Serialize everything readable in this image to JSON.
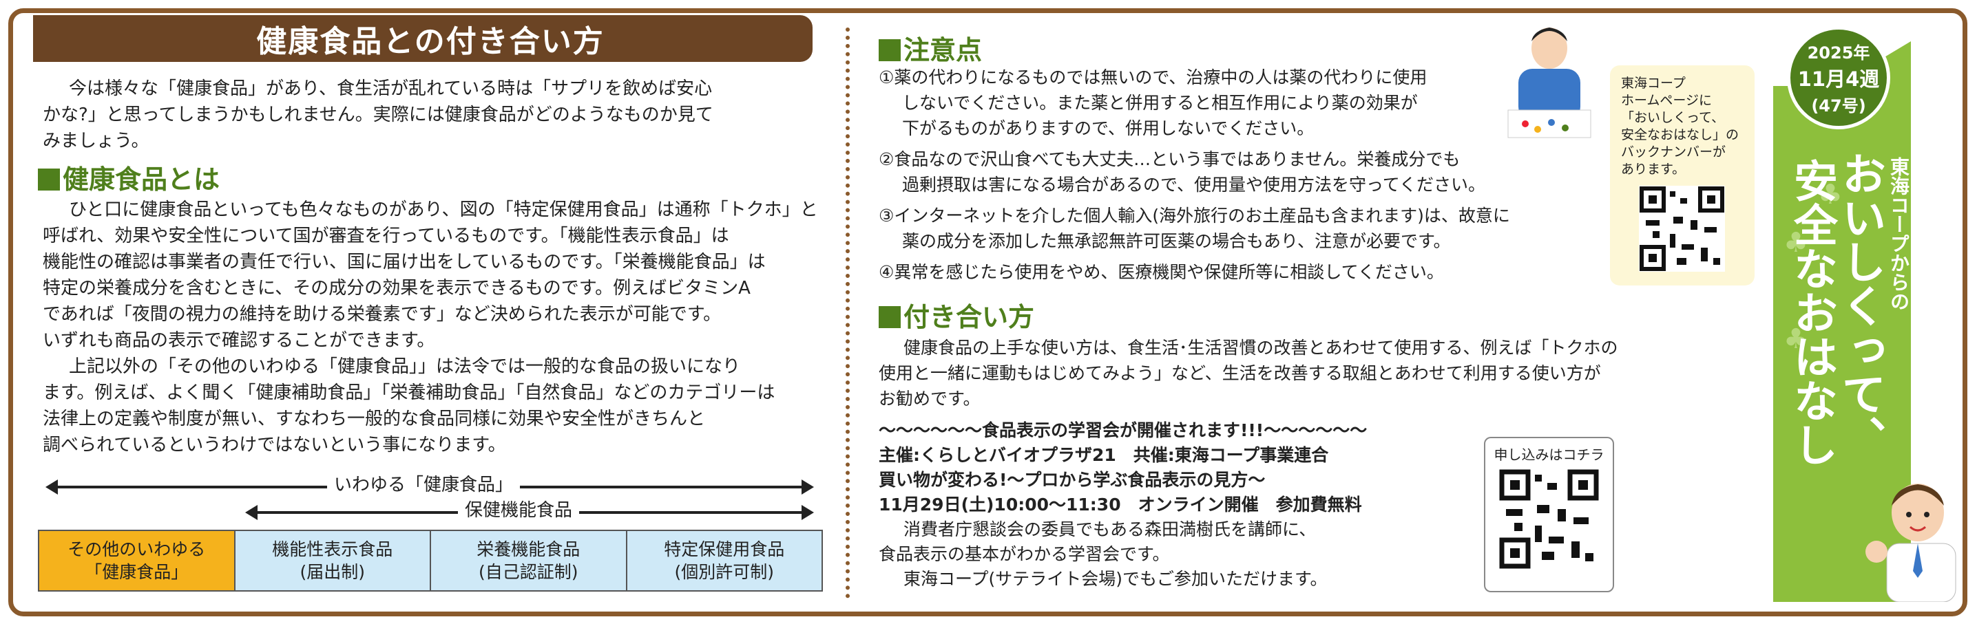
{
  "left": {
    "title": "健康食品との付き合い方",
    "intro": [
      "今は様々な「健康食品」があり、食生活が乱れている時は「サプリを飲めば安心",
      "かな?」と思ってしまうかもしれません。実際には健康食品がどのようなものか見て",
      "みましょう。"
    ],
    "section1_heading": "健康食品とは",
    "section1_lines": [
      "ひと口に健康食品といっても色々なものがあり、図の「特定保健用食品」は通称「トクホ」と",
      "呼ばれ、効果や安全性について国が審査を行っているものです。「機能性表示食品」は",
      "機能性の確認は事業者の責任で行い、国に届け出をしているものです。「栄養機能食品」は",
      "特定の栄養成分を含むときに、その成分の効果を表示できるものです。例えばビタミンA",
      "であれば「夜間の視力の維持を助ける栄養素です」など決められた表示が可能です。",
      "いずれも商品の表示で確認することができます。",
      "上記以外の「その他のいわゆる「健康食品」」は法令では一般的な食品の扱いになり",
      "ます。例えば、よく聞く「健康補助食品」「栄養補助食品」「自然食品」などのカテゴリーは",
      "法律上の定義や制度が無い、すなわち一般的な食品同様に効果や安全性がきちんと",
      "調べられているというわけではないという事になります。"
    ],
    "arrow1_label": "いわゆる「健康食品」",
    "arrow2_label": "保健機能食品",
    "categories": [
      {
        "line1": "その他のいわゆる",
        "line2": "「健康食品」"
      },
      {
        "line1": "機能性表示食品",
        "line2": "(届出制)"
      },
      {
        "line1": "栄養機能食品",
        "line2": "(自己認証制)"
      },
      {
        "line1": "特定保健用食品",
        "line2": "(個別許可制)"
      }
    ]
  },
  "right": {
    "caution_heading": "注意点",
    "caution_lines": [
      "①薬の代わりになるものでは無いので、治療中の人は薬の代わりに使用",
      "しないでください。また薬と併用すると相互作用により薬の効果が",
      "下がるものがありますので、併用しないでください。",
      "②食品なので沢山食べても大丈夫…という事ではありません。栄養成分でも",
      "過剰摂取は害になる場合があるので、使用量や使用方法を守ってください。",
      "③インターネットを介した個人輸入(海外旅行のお土産品も含まれます)は、故意に",
      "薬の成分を添加した無承認無許可医薬の場合もあり、注意が必要です。",
      "④異常を感じたら使用をやめ、医療機関や保健所等に相談してください。"
    ],
    "howto_heading": "付き合い方",
    "howto_lines": [
      "健康食品の上手な使い方は、食生活･生活習慣の改善とあわせて使用する、例えば「トクホの",
      "使用と一緒に運動もはじめてみよう」など、生活を改善する取組とあわせて利用する使い方が",
      "お勧めです。"
    ],
    "event_lines": [
      "〜〜〜〜〜〜食品表示の学習会が開催されます!!!〜〜〜〜〜〜",
      "主催:くらしとバイオプラザ21　共催:東海コープ事業連合",
      "買い物が変わる!〜プロから学ぶ食品表示の見方〜",
      "11月29日(土)10:00〜11:30　オンライン開催　参加費無料",
      "消費者庁懇談会の委員でもある森田満樹氏を講師に、",
      "食品表示の基本がわかる学習会です。",
      "東海コープ(サテライト会場)でもご参加いただけます。"
    ],
    "apply_label": "申し込みはコチラ",
    "note_lines": [
      "東海コープ",
      "ホームページに",
      "「おいしくって、",
      "安全なおはなし」の",
      "バックナンバーが",
      "あります。"
    ]
  },
  "side": {
    "year": "2025年",
    "week": "11月4週",
    "issue": "(47号)",
    "subtitle": "東海コープからの",
    "main_title_1": "おいしくって、",
    "main_title_2": "安全なおはなし"
  },
  "colors": {
    "brown": "#8a5a2c",
    "green": "#4f7f1c",
    "light_green": "#8dbf3c",
    "orange": "#f5b21c",
    "light_blue": "#cfe9f7"
  }
}
